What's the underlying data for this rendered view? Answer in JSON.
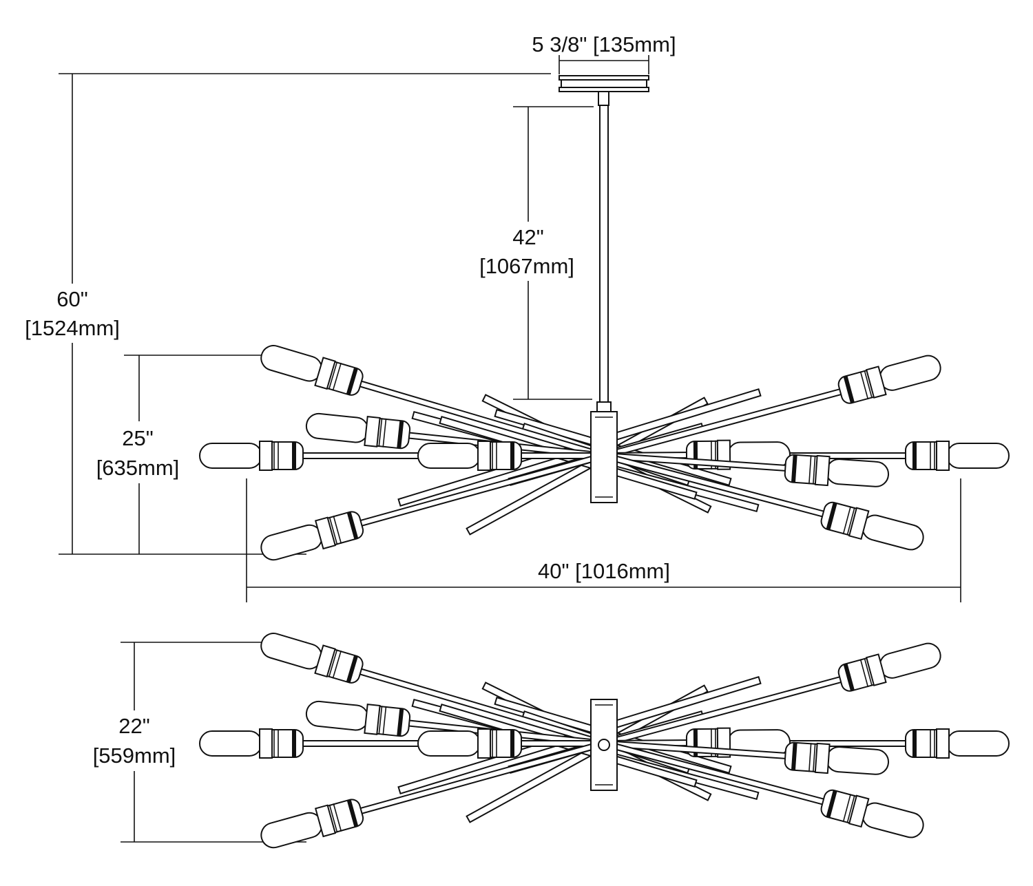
{
  "title": "Chandelier dimension drawing",
  "dimensions": {
    "canopy_width": "5 3/8\" [135mm]",
    "rod_length_in": "42\"",
    "rod_length_mm": "[1067mm]",
    "overall_height_in": "60\"",
    "overall_height_mm": "[1524mm]",
    "fixture_height_in": "25\"",
    "fixture_height_mm": "[635mm]",
    "fixture_width": "40\" [1016mm]",
    "depth_in": "22\"",
    "depth_mm": "[559mm]"
  },
  "colors": {
    "line": "#111111",
    "background": "#ffffff"
  }
}
